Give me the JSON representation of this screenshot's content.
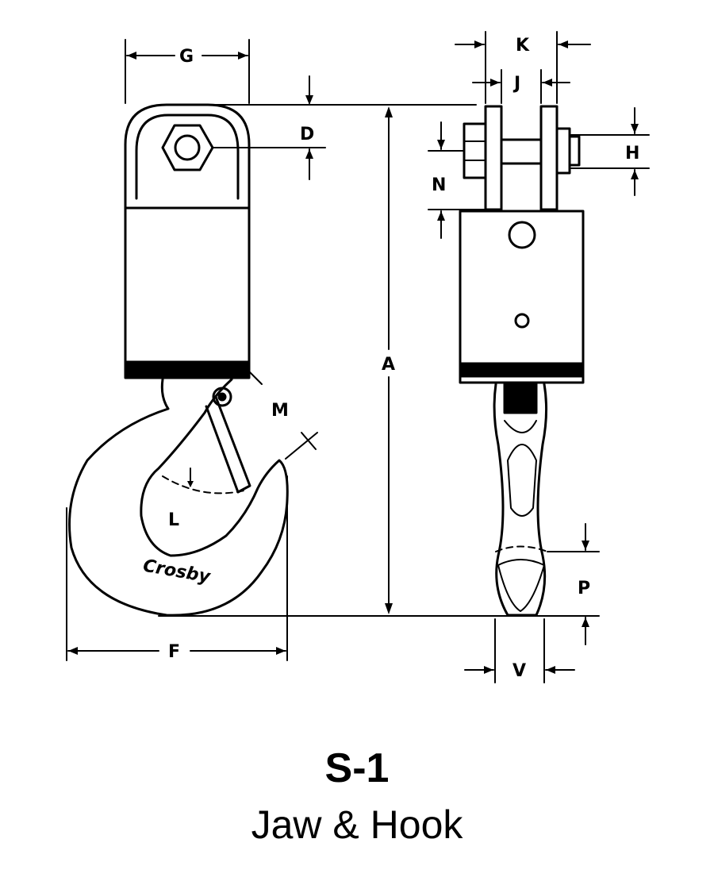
{
  "diagram": {
    "dimension_labels": {
      "g": "G",
      "d": "D",
      "a": "A",
      "m": "M",
      "l": "L",
      "f": "F",
      "k": "K",
      "j": "J",
      "h": "H",
      "n": "N",
      "p": "P",
      "v": "V"
    },
    "hook_stamp": "Crosby"
  },
  "caption": {
    "title": "S-1",
    "subtitle": "Jaw & Hook"
  },
  "colors": {
    "line": "#000000",
    "background": "#ffffff"
  }
}
